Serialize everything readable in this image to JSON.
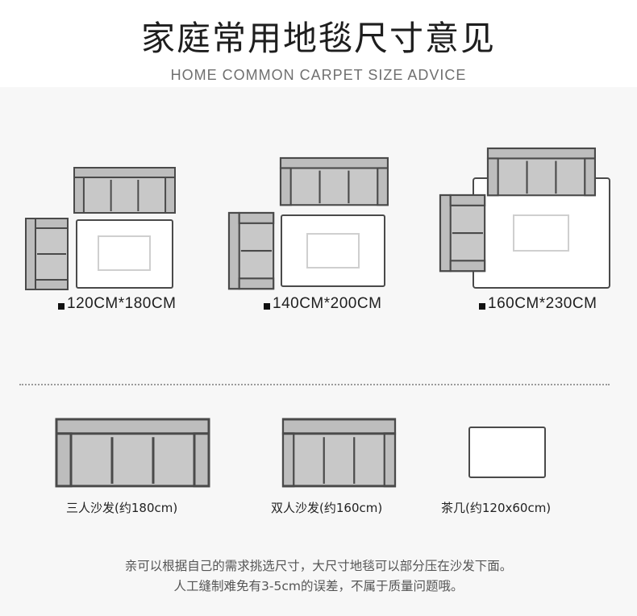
{
  "header": {
    "title": "家庭常用地毯尺寸意见",
    "subtitle": "HOME COMMON CARPET SIZE ADVICE"
  },
  "layouts": [
    {
      "size_label": "120CM*180CM"
    },
    {
      "size_label": "140CM*200CM"
    },
    {
      "size_label": "160CM*230CM"
    }
  ],
  "legend": [
    {
      "label": "三人沙发(约180cm)"
    },
    {
      "label": "双人沙发(约160cm)"
    },
    {
      "label": "茶几(约120x60cm)"
    }
  ],
  "notes": {
    "line1": "亲可以根据自己的需求挑选尺寸，大尺寸地毯可以部分压在沙发下面。",
    "line2": "人工缝制难免有3-5cm的误差，不属于质量问题哦。"
  },
  "colors": {
    "sofa_fill": "#c8c8c8",
    "sofa_stroke": "#4a4a4a",
    "rug_fill": "#ffffff",
    "panel_bg": "#f7f7f7"
  }
}
